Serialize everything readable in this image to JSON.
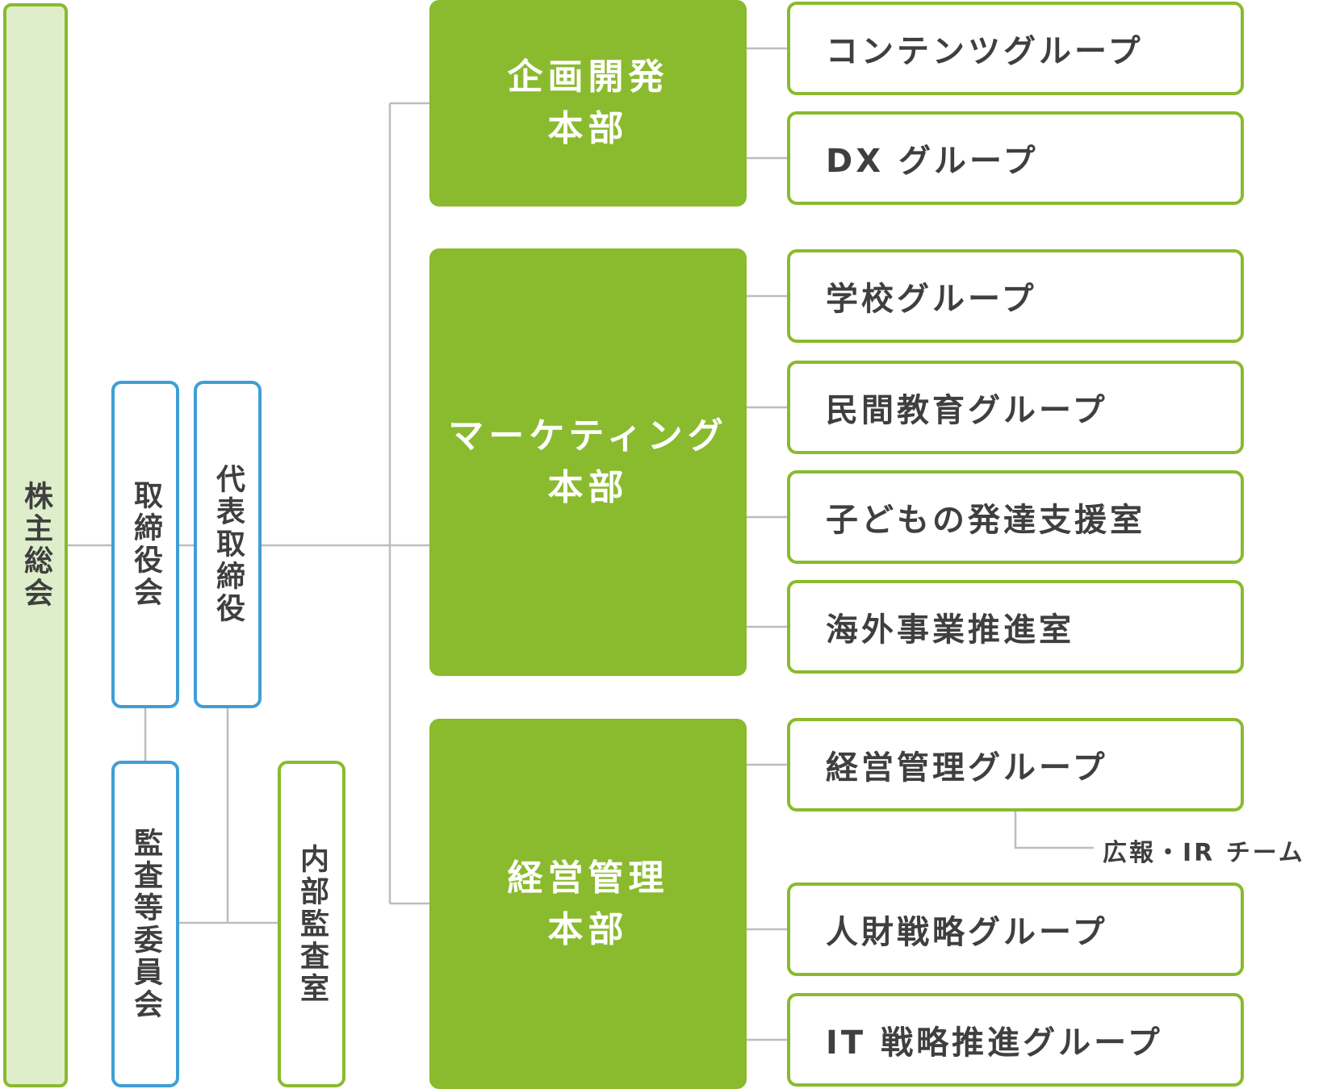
{
  "shareholders_meeting": "株主総会",
  "board_of_directors": "取締役会",
  "representative_director": "代表取締役",
  "audit_committee": "監査等委員会",
  "internal_audit_office": "内部監査室",
  "divisions": [
    {
      "name": [
        "企画開発",
        "本部"
      ],
      "groups": [
        "コンテンツグループ",
        "DX グループ"
      ]
    },
    {
      "name": [
        "マーケティング",
        "本部"
      ],
      "groups": [
        "学校グループ",
        "民間教育グループ",
        "子どもの発達支援室",
        "海外事業推進室"
      ]
    },
    {
      "name": [
        "経営管理",
        "本部"
      ],
      "groups": [
        "経営管理グループ",
        "人財戦略グループ",
        "IT 戦略推進グループ"
      ],
      "team": "広報・IR チーム"
    }
  ],
  "colors": {
    "green": "#8aba2e",
    "light_green": "#deedca",
    "blue": "#3e9fd6",
    "line": "#bdbdbd",
    "text": "#3f3f3f"
  }
}
